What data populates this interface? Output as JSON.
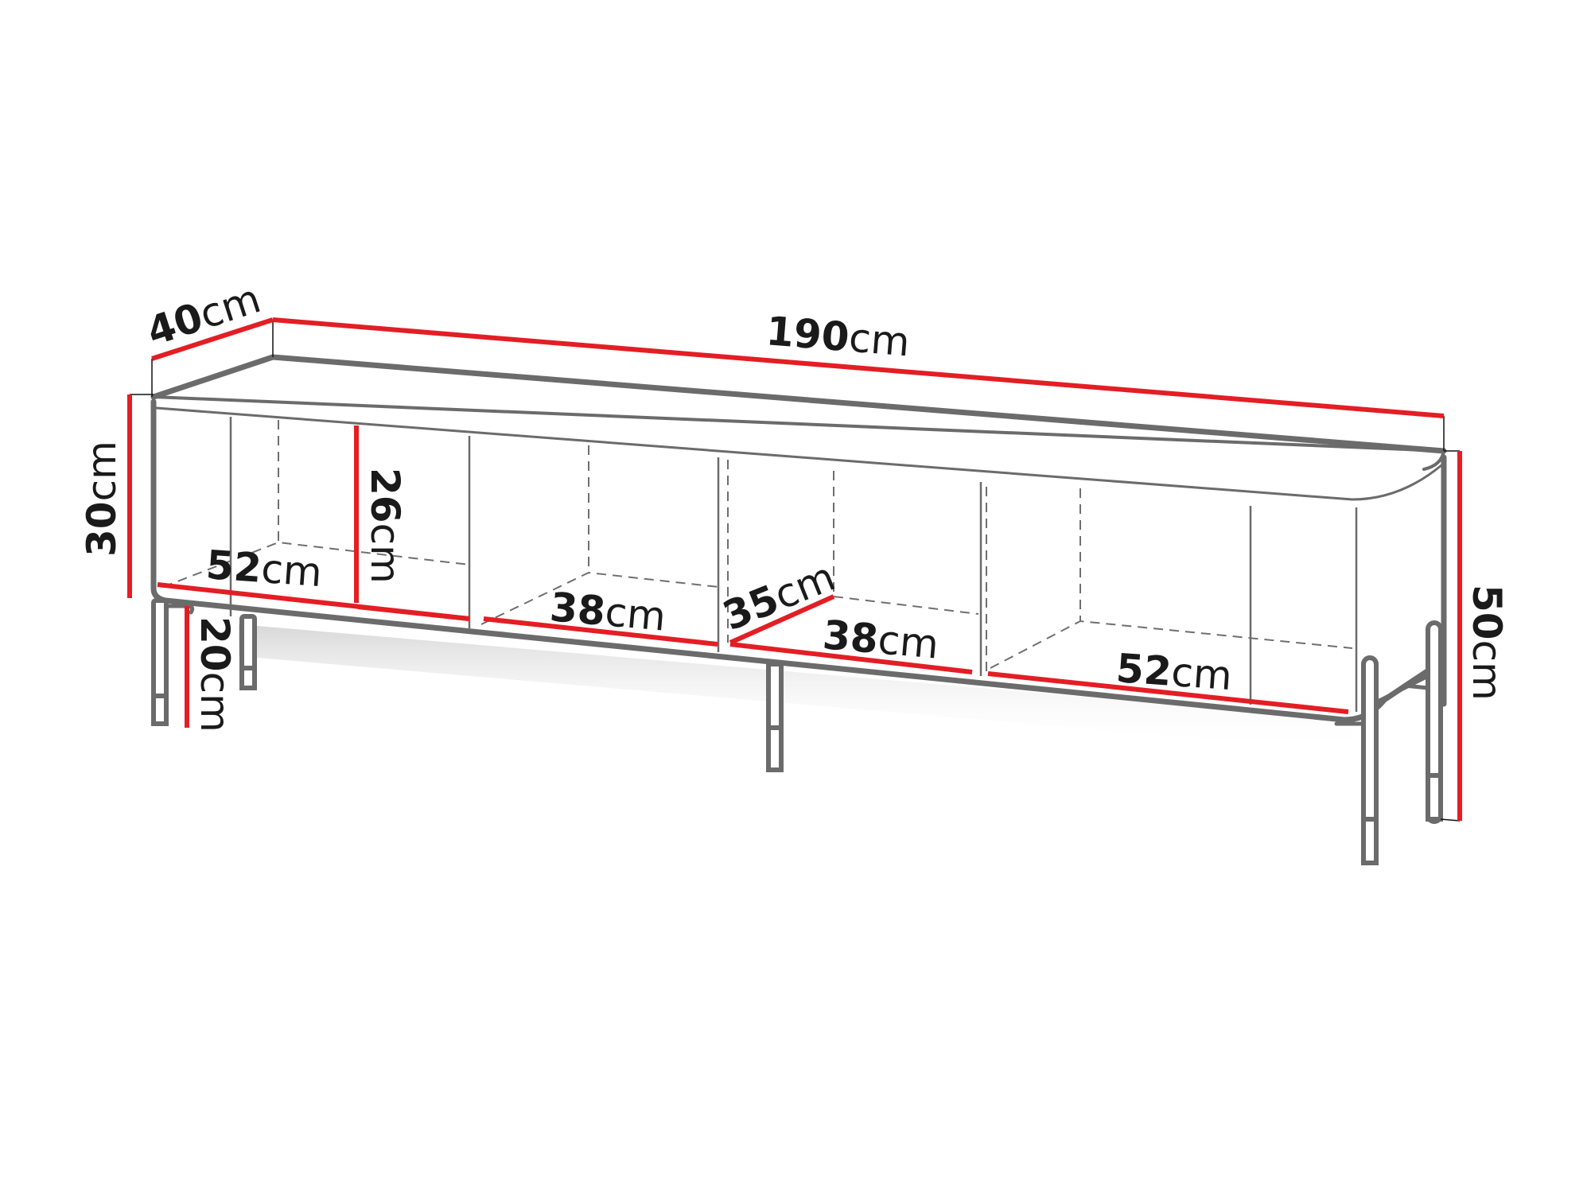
{
  "diagram": {
    "subject": "TV cabinet dimension drawing",
    "colors": {
      "dimension_line": "#e31e24",
      "outline": "#6b6b6b",
      "label_text": "#1a1a1a",
      "background": "#ffffff"
    },
    "dimensions": {
      "depth": {
        "value": "40",
        "unit": "cm"
      },
      "width": {
        "value": "190",
        "unit": "cm"
      },
      "body_height": {
        "value": "30",
        "unit": "cm"
      },
      "inner_height": {
        "value": "26",
        "unit": "cm"
      },
      "leg_height": {
        "value": "20",
        "unit": "cm"
      },
      "total_height": {
        "value": "50",
        "unit": "cm"
      },
      "left_compartment_width": {
        "value": "52",
        "unit": "cm"
      },
      "center_left_width": {
        "value": "38",
        "unit": "cm"
      },
      "center_right_width": {
        "value": "38",
        "unit": "cm"
      },
      "inner_depth": {
        "value": "35",
        "unit": "cm"
      },
      "right_compartment_width": {
        "value": "52",
        "unit": "cm"
      }
    }
  }
}
